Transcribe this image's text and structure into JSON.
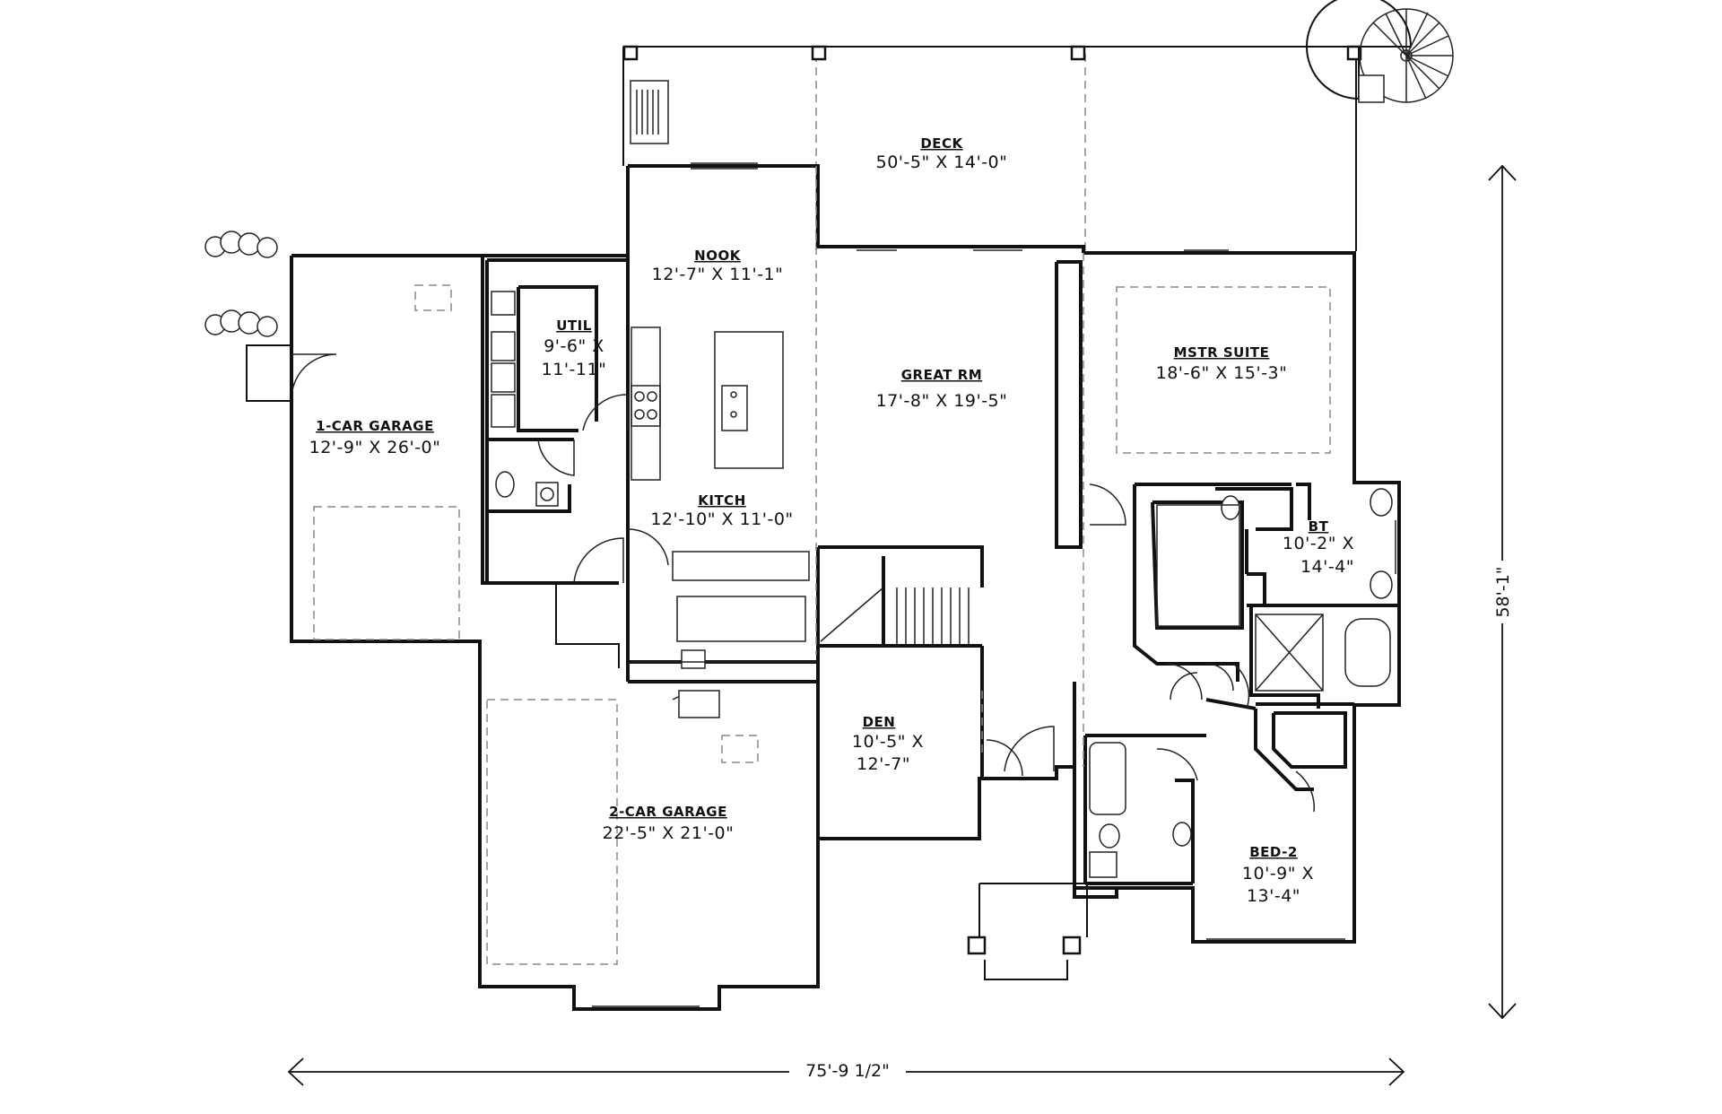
{
  "rooms": {
    "deck": {
      "name": "DECK",
      "size": [
        "50'-5\" X 14'-0\""
      ]
    },
    "nook": {
      "name": "NOOK",
      "size": [
        "12'-7\" X 11'-1\""
      ]
    },
    "util": {
      "name": "UTIL",
      "size": [
        "9'-6\" X",
        "11'-11\""
      ]
    },
    "garage1": {
      "name": "1-CAR GARAGE",
      "size": [
        "12'-9\" X 26'-0\""
      ]
    },
    "great": {
      "name": "GREAT RM",
      "size": [
        "17'-8\" X 19'-5\""
      ]
    },
    "mstr": {
      "name": "MSTR SUITE",
      "size": [
        "18'-6\" X 15'-3\""
      ]
    },
    "kitch": {
      "name": "KITCH",
      "size": [
        "12'-10\" X 11'-0\""
      ]
    },
    "bt": {
      "name": "BT",
      "size": [
        "10'-2\" X",
        "14'-4\""
      ]
    },
    "den": {
      "name": "DEN",
      "size": [
        "10'-5\" X",
        "12'-7\""
      ]
    },
    "garage2": {
      "name": "2-CAR GARAGE",
      "size": [
        "22'-5\" X 21'-0\""
      ]
    },
    "bed2": {
      "name": "BED-2",
      "size": [
        "10'-9\" X",
        "13'-4\""
      ]
    }
  },
  "dimensions": {
    "overall_width": "75'-9 1/2\"",
    "overall_depth": "58'-1\""
  }
}
